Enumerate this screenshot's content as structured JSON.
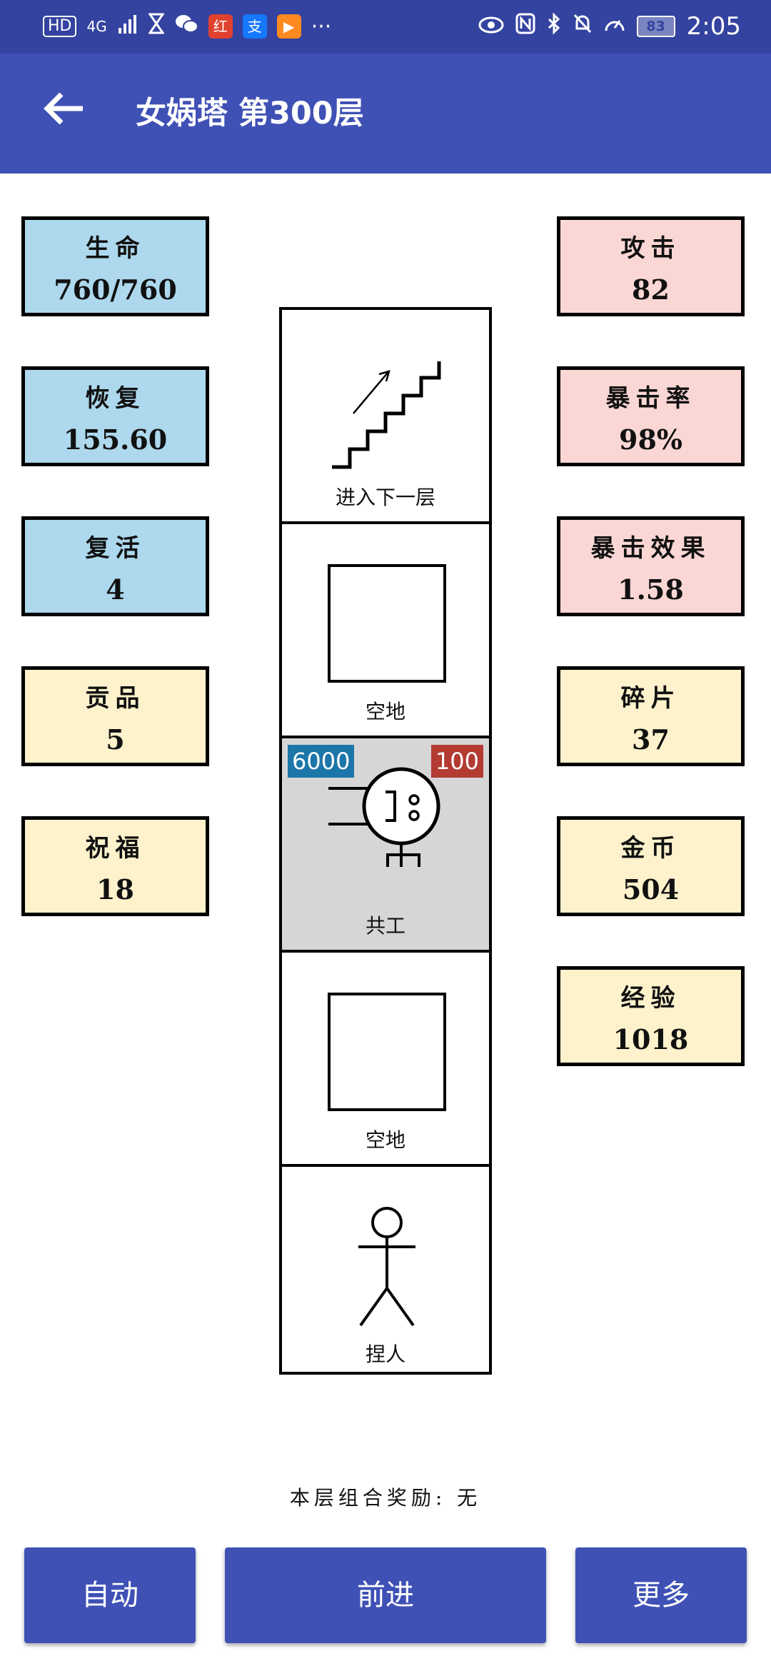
{
  "status_bar": {
    "hd": "HD",
    "network": "4G",
    "app_badges": [
      "红",
      "支",
      "▶"
    ],
    "more": "···",
    "battery": "83",
    "time": "2:05"
  },
  "header": {
    "title": "女娲塔 第300层",
    "back_icon": "arrow-left-icon"
  },
  "left_stats": [
    {
      "label": "生命",
      "value": "760/760",
      "color": "blue"
    },
    {
      "label": "恢复",
      "value": "155.60",
      "color": "blue"
    },
    {
      "label": "复活",
      "value": "4",
      "color": "blue"
    },
    {
      "label": "贡品",
      "value": "5",
      "color": "cream"
    },
    {
      "label": "祝福",
      "value": "18",
      "color": "cream"
    }
  ],
  "right_stats": [
    {
      "label": "攻击",
      "value": "82",
      "color": "pink"
    },
    {
      "label": "暴击率",
      "value": "98%",
      "color": "pink"
    },
    {
      "label": "暴击效果",
      "value": "1.58",
      "color": "pink"
    },
    {
      "label": "碎片",
      "value": "37",
      "color": "cream"
    },
    {
      "label": "金币",
      "value": "504",
      "color": "cream"
    },
    {
      "label": "经验",
      "value": "1018",
      "color": "cream"
    }
  ],
  "tower": {
    "cells": [
      {
        "caption": "进入下一层",
        "icon": "stairs-icon"
      },
      {
        "caption": "空地",
        "icon": "empty-square-icon"
      },
      {
        "caption": "共工",
        "icon": "monster-icon",
        "hp": "6000",
        "atk": "100"
      },
      {
        "caption": "空地",
        "icon": "empty-square-icon"
      },
      {
        "caption": "捏人",
        "icon": "stick-figure-icon"
      }
    ]
  },
  "reward_text": "本层组合奖励: 无",
  "buttons": {
    "auto": "自动",
    "forward": "前进",
    "more": "更多"
  },
  "colors": {
    "status_bar": "#3443a0",
    "app_bar": "#3f51b5",
    "stat_blue": "#add8ed",
    "stat_pink": "#fad7d4",
    "stat_cream": "#fdf2cc",
    "hp_tag": "#1c76a9",
    "atk_tag": "#b33b32"
  }
}
